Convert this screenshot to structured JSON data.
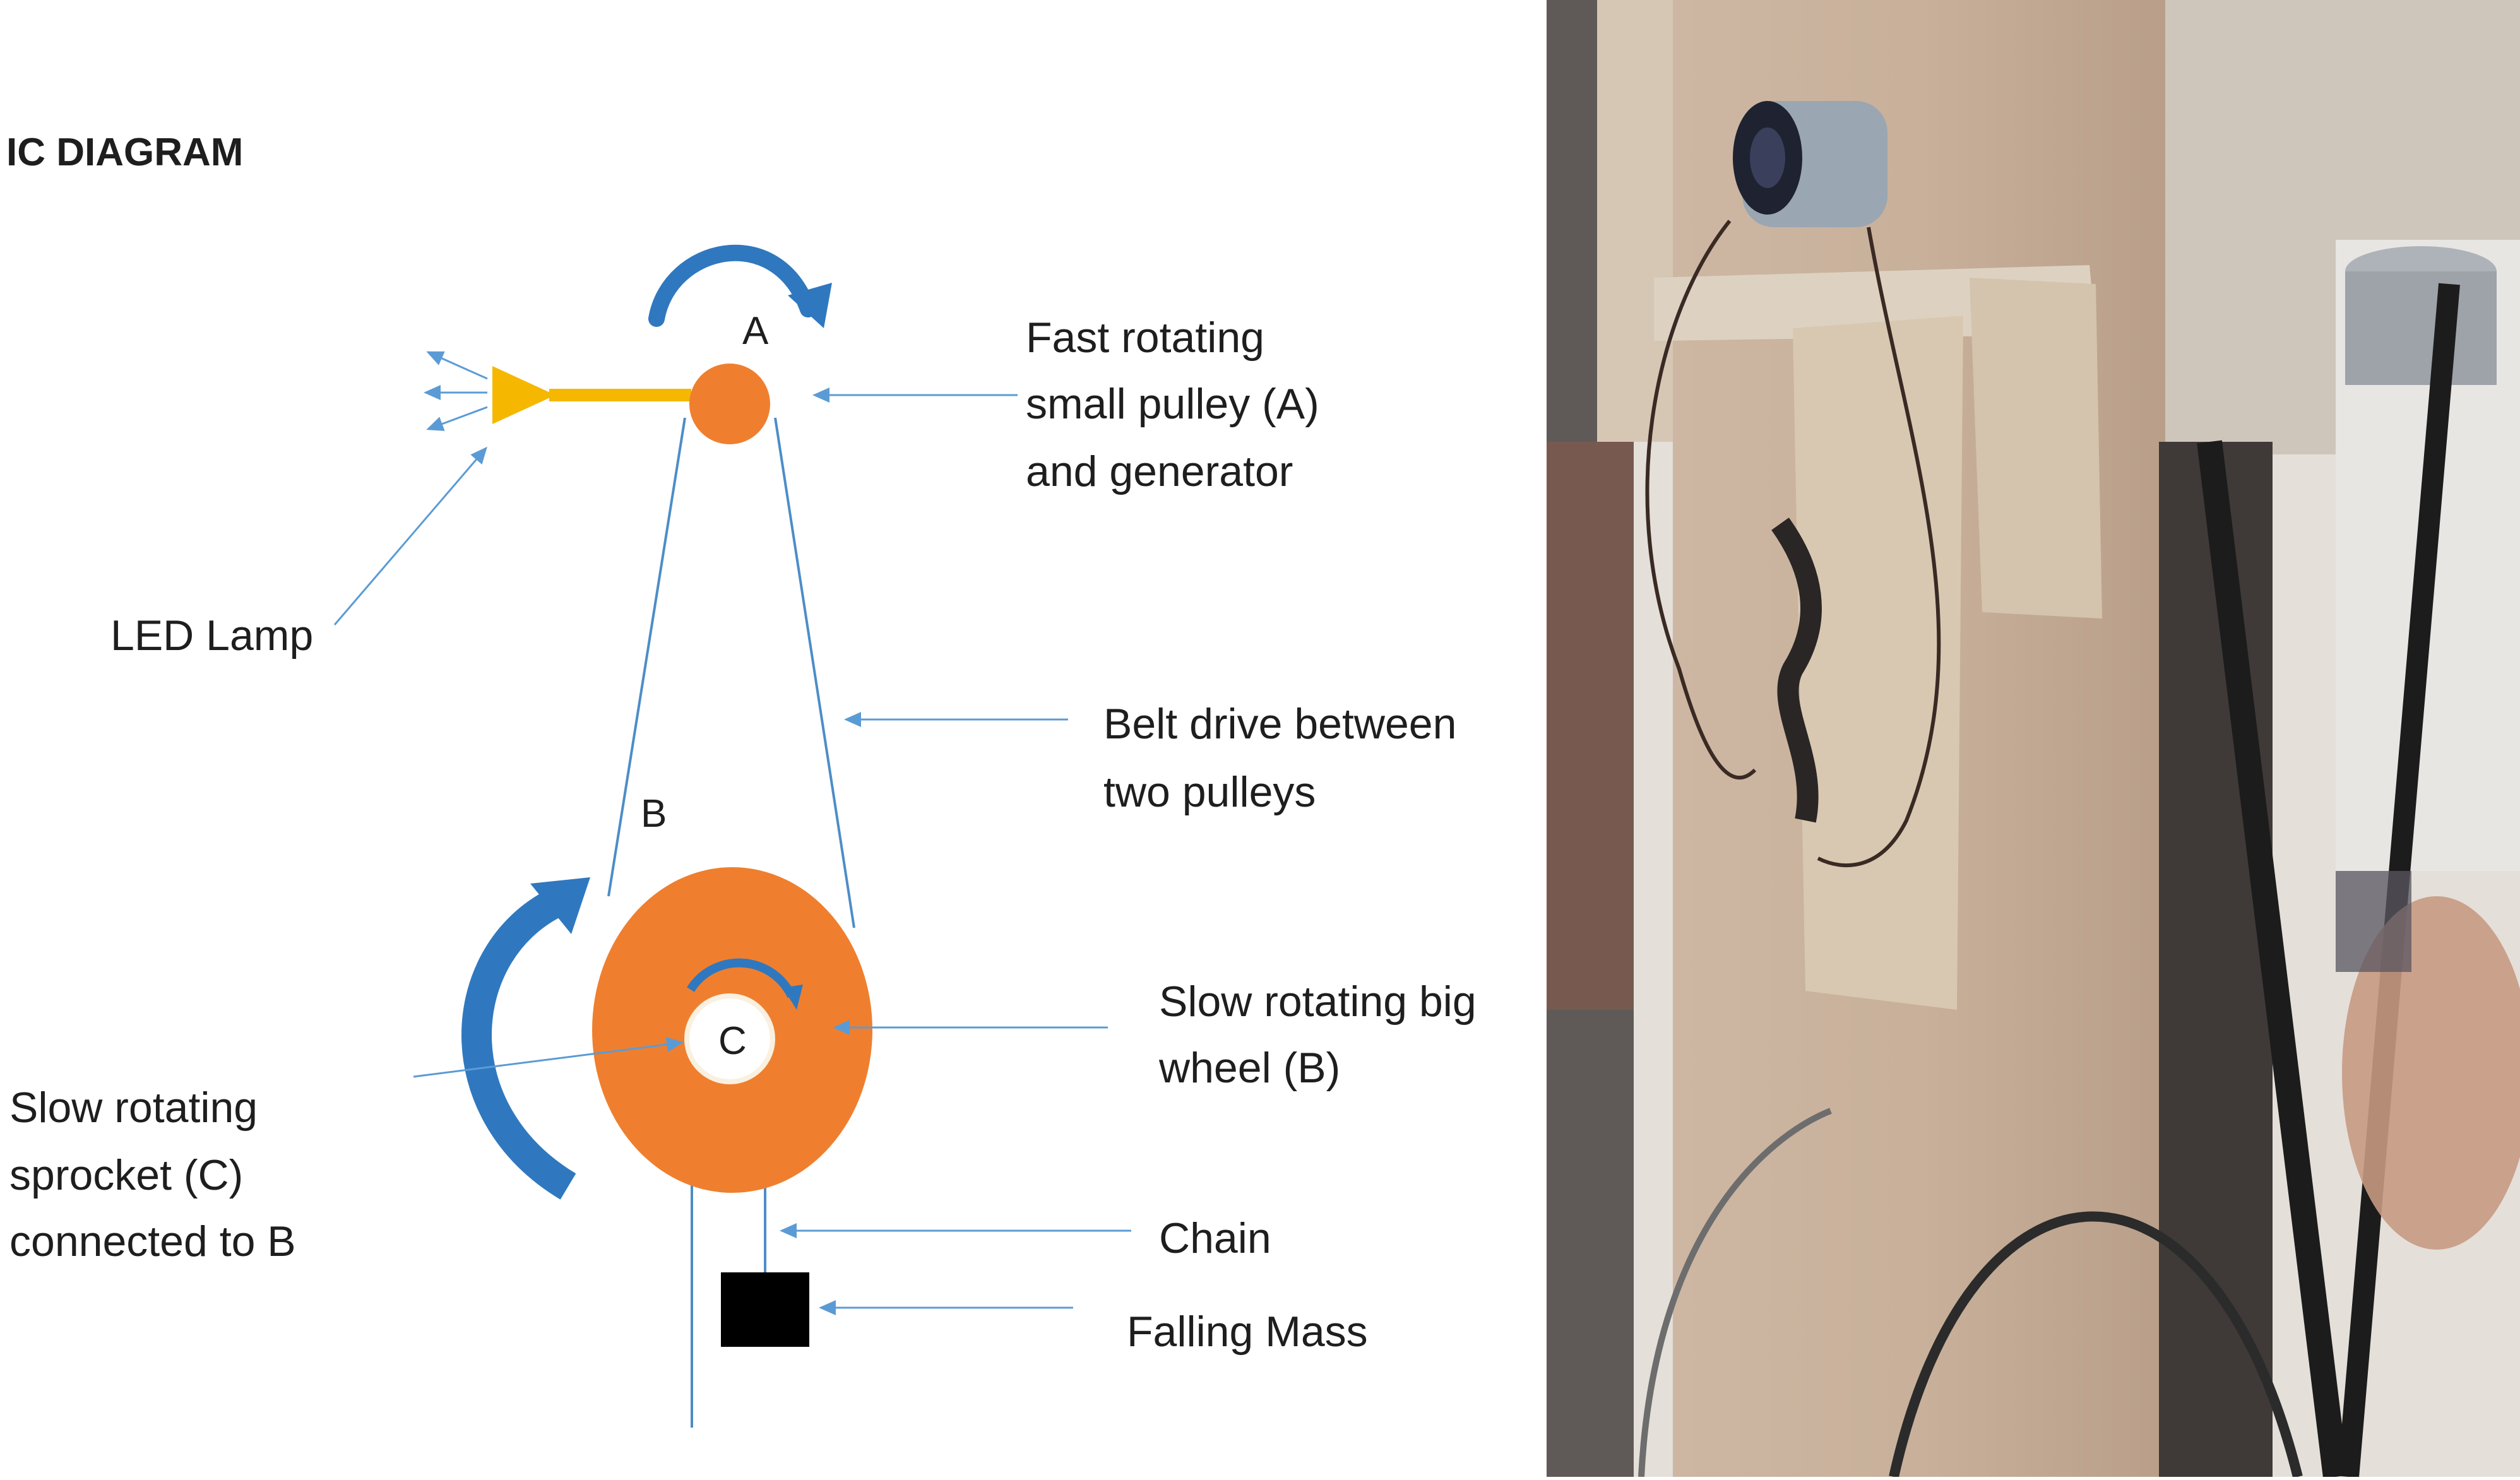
{
  "diagram": {
    "header": "IC DIAGRAM",
    "letters": {
      "a": "A",
      "b": "B",
      "c": "C"
    },
    "labels": {
      "pulley_a": [
        "Fast rotating",
        "small pulley (A)",
        "and generator"
      ],
      "led": "LED Lamp",
      "belt": [
        "Belt drive between",
        "two pulleys"
      ],
      "wheel_b": [
        "Slow rotating big",
        "wheel (B)"
      ],
      "sprocket_c": [
        "Slow rotating",
        "sprocket (C)",
        "connected to B"
      ],
      "chain": "Chain",
      "mass": "Falling Mass"
    }
  },
  "photo": {
    "icon": "generator-photo",
    "colors": {
      "wood": "#c9b39f",
      "board": "#d9c8b1",
      "background": "#e4dfd9",
      "generator": "#9aa6b2"
    }
  },
  "colors": {
    "pulley": "#ef7f2e",
    "arrow": "#2f78bf",
    "pointer": "#5b9bd5",
    "led": "#f5b700",
    "mass": "#000000",
    "text": "#1e1e1e"
  }
}
